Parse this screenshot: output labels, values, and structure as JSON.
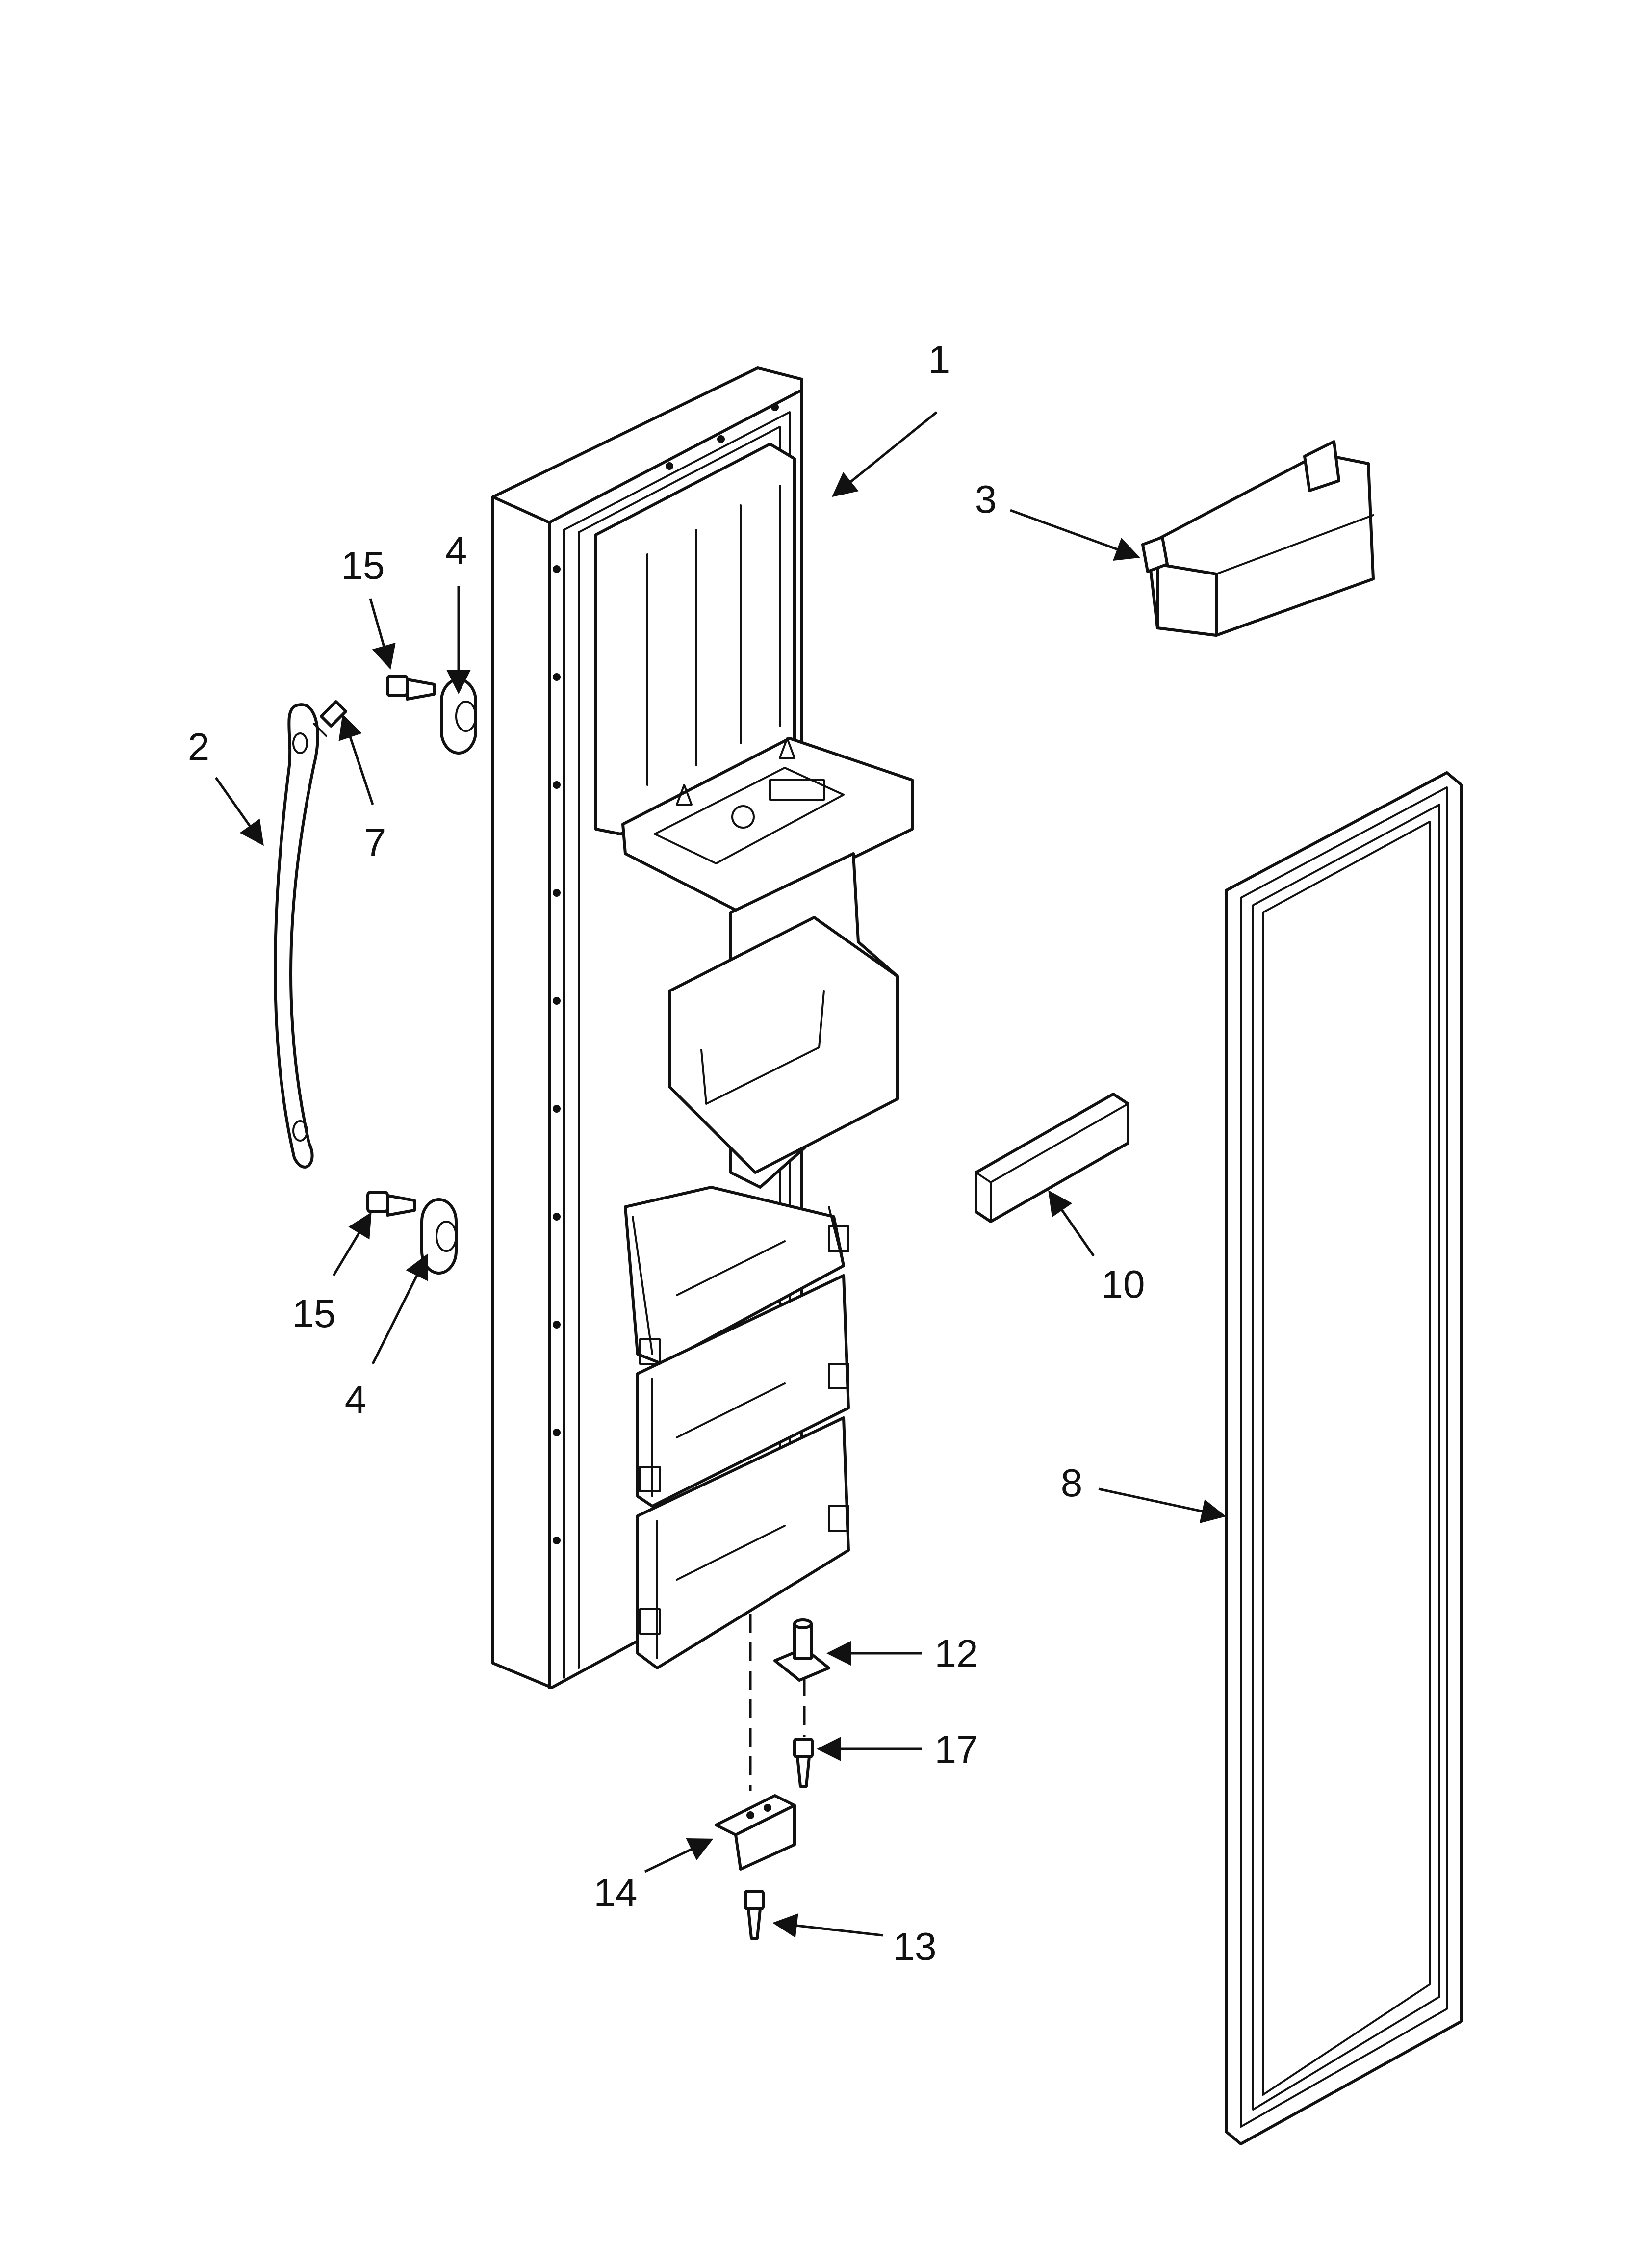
{
  "diagram": {
    "callouts": {
      "p1": "1",
      "p2": "2",
      "p3": "3",
      "p4a": "4",
      "p4b": "4",
      "p7": "7",
      "p8": "8",
      "p10": "10",
      "p12": "12",
      "p13": "13",
      "p14": "14",
      "p15a": "15",
      "p15b": "15",
      "p17": "17"
    }
  }
}
